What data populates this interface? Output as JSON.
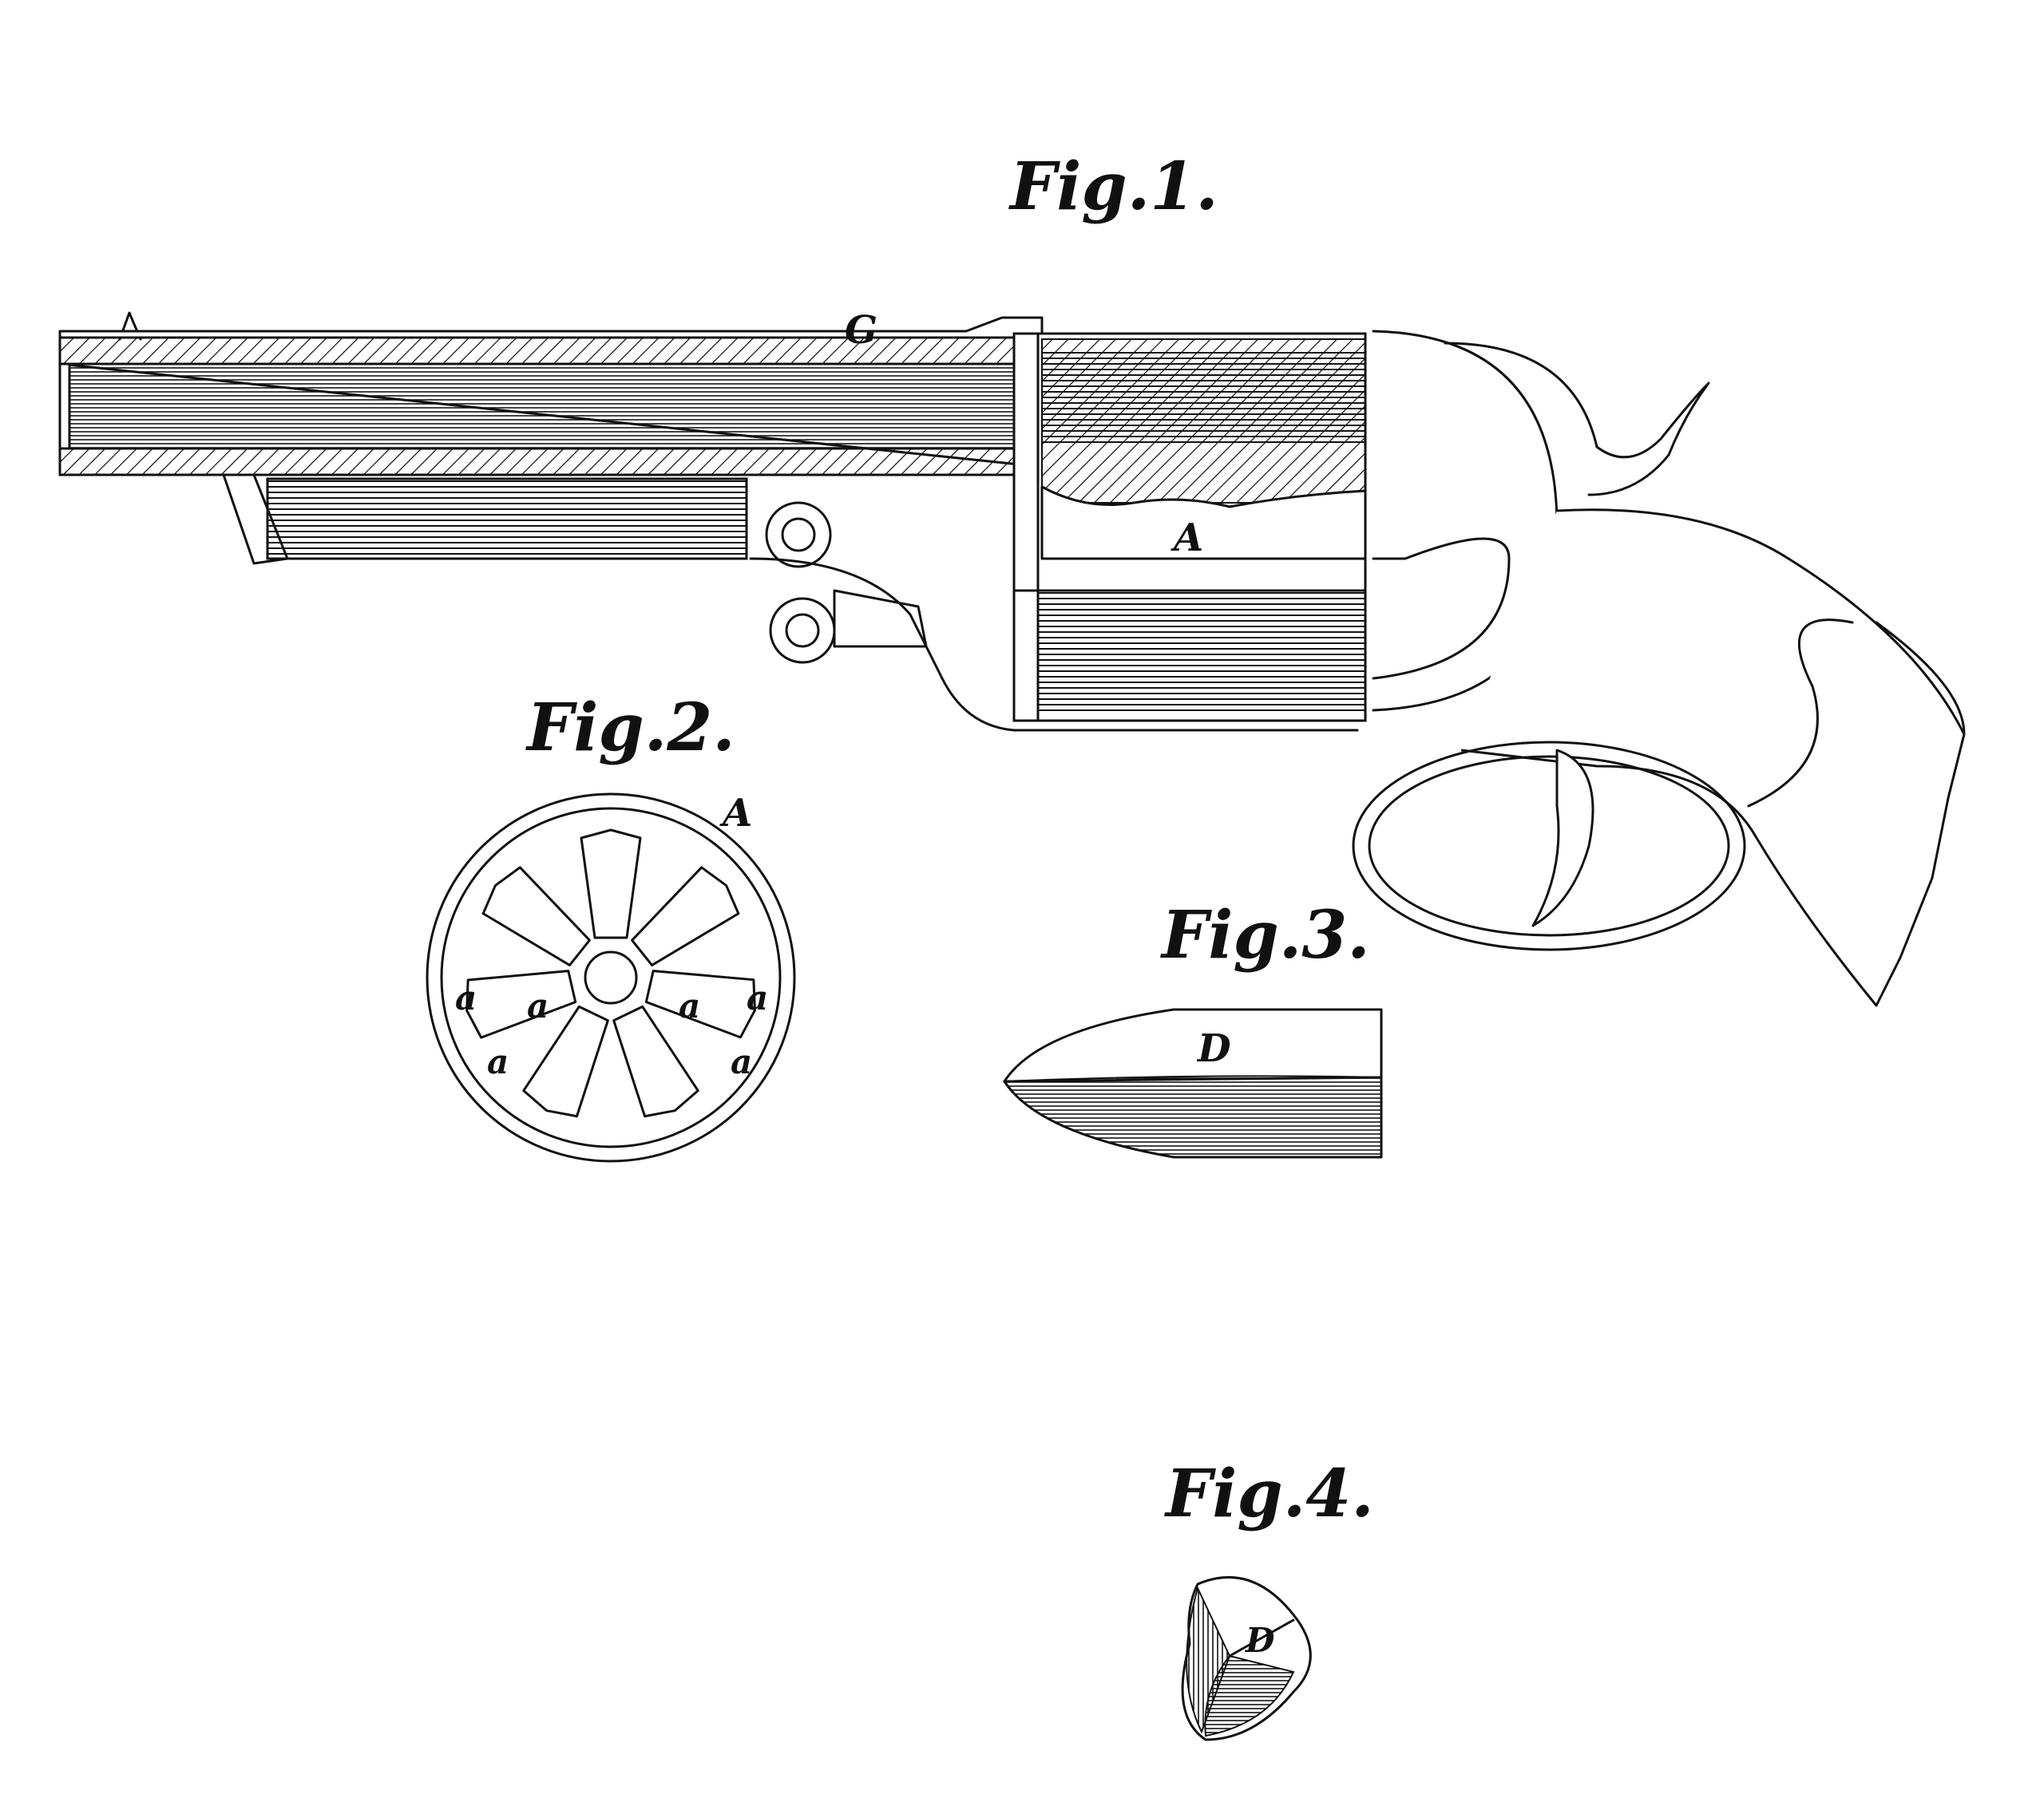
{
  "figures": [
    {
      "id": "fig1",
      "title": "Fig.1.",
      "labels": [
        "G",
        "A"
      ]
    },
    {
      "id": "fig2",
      "title": "Fig.2.",
      "labels": [
        "A",
        "a",
        "a",
        "a",
        "a",
        "a",
        "a"
      ]
    },
    {
      "id": "fig3",
      "title": "Fig.3.",
      "labels": [
        "D"
      ]
    },
    {
      "id": "fig4",
      "title": "Fig.4.",
      "labels": [
        "D"
      ]
    }
  ]
}
